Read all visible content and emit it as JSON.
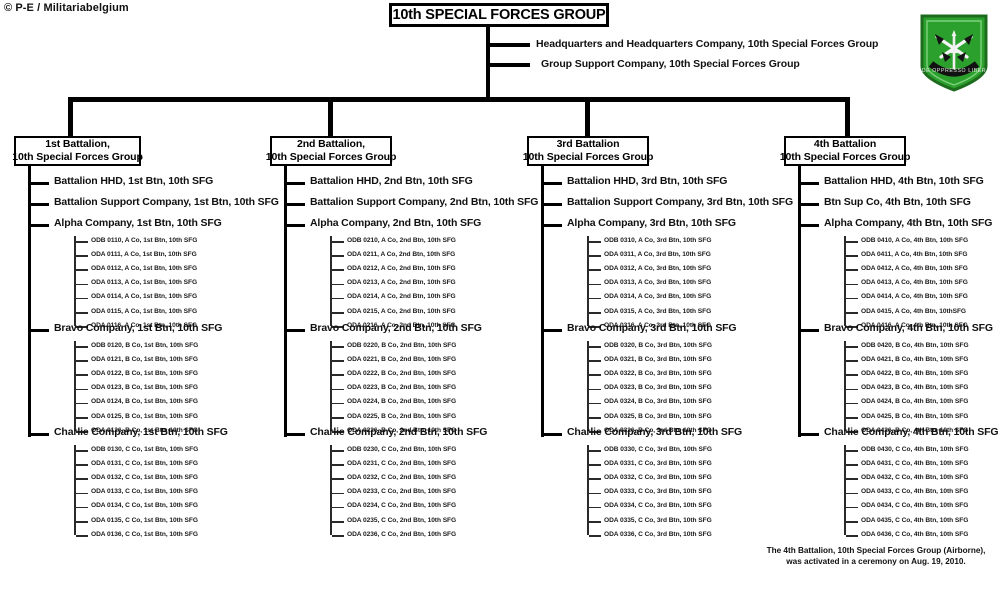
{
  "credit": "© P-E / Militariabelgium",
  "insignia": {
    "name": "10th-special-forces-group-flash",
    "motto": "DE OPPRESSO LIBER",
    "colors": {
      "field": "#2ca02c",
      "border": "#1d6b1d",
      "device": "#ffffff",
      "dark": "#111111"
    }
  },
  "group": {
    "title": "10th SPECIAL FORCES GROUP",
    "staff": [
      "Headquarters and Headquarters Company, 10th Special Forces Group",
      "Group Support Company, 10th Special Forces Group"
    ]
  },
  "footnote": "The 4th Battalion, 10th Special Forces Group (Airborne), was activated in a ceremony on Aug. 19, 2010.",
  "battalions": [
    {
      "title_line1": "1st Battalion,",
      "title_line2": "10th Special Forces Group",
      "units": [
        "Battalion HHD, 1st Btn, 10th SFG",
        "Battalion  Support Company, 1st Btn, 10th SFG"
      ],
      "companies": [
        {
          "label": "Alpha Company, 1st Btn, 10th SFG",
          "teams": [
            "ODB 0110, A Co, 1st Btn,  10th SFG",
            "ODA 0111, A Co, 1st Btn,  10th SFG",
            "ODA 0112, A Co, 1st Btn,  10th SFG",
            "ODA 0113, A Co, 1st Btn,  10th SFG",
            "ODA 0114, A Co, 1st Btn,  10th SFG",
            "ODA 0115, A Co, 1st Btn,  10th SFG",
            "ODA 0116, A Co, 1st Btn,  10th SFG"
          ]
        },
        {
          "label": "Bravo Company, 1st Btn, 10th SFG",
          "teams": [
            "ODB 0120, B Co, 1st Btn,  10th SFG",
            "ODA 0121, B Co, 1st Btn,  10th SFG",
            "ODA 0122, B Co, 1st Btn,  10th SFG",
            "ODA 0123, B Co, 1st Btn,  10th SFG",
            "ODA 0124, B Co, 1st Btn,  10th SFG",
            "ODA 0125, B Co, 1st Btn,  10th SFG",
            "ODA 0126, B Co, 1st Btn,  10th SFG"
          ]
        },
        {
          "label": "Charlie Company, 1st Btn, 10th SFG",
          "teams": [
            "ODB 0130, C Co, 1st Btn,  10th SFG",
            "ODA 0131, C Co, 1st Btn,  10th SFG",
            "ODA 0132, C Co, 1st Btn,  10th SFG",
            "ODA 0133, C Co, 1st Btn,  10th SFG",
            "ODA 0134, C Co, 1st Btn,  10th SFG",
            "ODA 0135, C Co, 1st Btn,  10th SFG",
            "ODA 0136, C Co, 1st Btn,  10th SFG"
          ]
        }
      ]
    },
    {
      "title_line1": "2nd Battalion,",
      "title_line2": "10th Special Forces Group",
      "units": [
        "Battalion HHD,  2nd Btn, 10th SFG",
        "Battalion  Support Company, 2nd Btn, 10th SFG"
      ],
      "companies": [
        {
          "label": "Alpha Company, 2nd Btn, 10th SFG",
          "teams": [
            "ODB 0210, A Co, 2nd Btn,  10th SFG",
            "ODA 0211, A Co, 2nd Btn,  10th SFG",
            "ODA 0212, A Co, 2nd Btn,  10th SFG",
            "ODA 0213, A Co, 2nd Btn,  10th SFG",
            "ODA 0214, A Co, 2nd Btn,  10th SFG",
            "ODA 0215, A Co, 2nd Btn,  10th SFG",
            "ODA 0216, A Co, 2nd Btn,  10th SFG"
          ]
        },
        {
          "label": "Bravo Company, 2nd Btn, 10th SFG",
          "teams": [
            "ODB 0220, B Co, 2nd Btn,  10th SFG",
            "ODA 0221, B Co, 2nd Btn,  10th SFG",
            "ODA 0222, B Co, 2nd Btn,  10th SFG",
            "ODA 0223, B Co, 2nd Btn,  10th SFG",
            "ODA 0224, B Co, 2nd Btn,  10th SFG",
            "ODA 0225, B Co, 2nd Btn,  10th SFG",
            "ODA 0226, B Co, 2nd Btn,  10th SFG"
          ]
        },
        {
          "label": "Charlie Company, 2nd Btn, 10th SFG",
          "teams": [
            "ODB 0230, C Co, 2nd Btn,  10th SFG",
            "ODA 0231, C Co, 2nd Btn,  10th SFG",
            "ODA 0232, C Co, 2nd Btn,  10th SFG",
            "ODA 0233, C Co, 2nd Btn,  10th SFG",
            "ODA 0234, C Co, 2nd Btn,  10th SFG",
            "ODA 0235, C Co, 2nd Btn,  10th SFG",
            "ODA 0236, C Co, 2nd Btn,  10th SFG"
          ]
        }
      ]
    },
    {
      "title_line1": "3rd Battalion",
      "title_line2": "10th Special Forces Group",
      "units": [
        "Battalion HHD, 3rd Btn, 10th SFG",
        "Battalion  Support Company, 3rd Btn, 10th SFG"
      ],
      "companies": [
        {
          "label": "Alpha Company, 3rd Btn, 10th SFG",
          "teams": [
            "ODB 0310, A Co, 3rd Btn,  10th SFG",
            "ODA 0311, A Co, 3rd Btn,  10th SFG",
            "ODA 0312, A Co, 3rd Btn,  10th SFG",
            "ODA 0313, A Co, 3rd Btn,  10th SFG",
            "ODA 0314, A Co, 3rd Btn,  10th SFG",
            "ODA 0315, A Co, 3rd Btn,  10th SFG",
            "ODA 0316, A Co, 3rd Btn,  10th SFG"
          ]
        },
        {
          "label": "Bravo Company, 3rd Btn, 10th SFG",
          "teams": [
            "ODB 0320, B Co, 3rd Btn,  10th SFG",
            "ODA 0321, B Co, 3rd Btn,  10th SFG",
            "ODA 0322, B Co, 3rd Btn,  10th SFG",
            "ODA 0323, B Co, 3rd Btn,  10th SFG",
            "ODA 0324, B Co, 3rd Btn,  10th SFG",
            "ODA 0325, B Co, 3rd Btn,  10th SFG",
            "ODA 0326, B Co, 3rd Btn,  10th SFG"
          ]
        },
        {
          "label": "Charlie Company, 3rd Btn, 10th SFG",
          "teams": [
            "ODB 0330, C Co, 3rd Btn,  10th SFG",
            "ODA 0331, C Co, 3rd Btn,  10th SFG",
            "ODA 0332, C Co, 3rd Btn,  10th SFG",
            "ODA 0333, C Co, 3rd Btn,  10th SFG",
            "ODA 0334, C Co, 3rd Btn,  10th SFG",
            "ODA 0335, C Co, 3rd Btn,  10th SFG",
            "ODA 0336, C Co, 3rd Btn,  10th SFG"
          ]
        }
      ]
    },
    {
      "title_line1": "4th Battalion",
      "title_line2": "10th Special Forces Group",
      "units": [
        "Battalion HHD, 4th Btn, 10th SFG",
        "Btn  Sup Co, 4th Btn, 10th SFG"
      ],
      "companies": [
        {
          "label": "Alpha Company, 4th Btn, 10th SFG",
          "teams": [
            "ODB 0410, A Co, 4th Btn,  10th SFG",
            "ODA 0411, A Co, 4th Btn,  10th SFG",
            "ODA 0412, A Co, 4th Btn,  10th SFG",
            "ODA 0413, A Co, 4th Btn,  10th SFG",
            "ODA 0414, A Co, 4th Btn,  10th SFG",
            "ODA 0415, A Co, 4th Btn,  10thSFG",
            "ODA 0416, A Co, 4th Btn,  10th SFG"
          ]
        },
        {
          "label": "Bravo Company, 4th Btn, 10th SFG",
          "teams": [
            "ODB 0420, B Co, 4th Btn,  10th SFG",
            "ODA 0421, B Co, 4th Btn,  10th SFG",
            "ODA 0422, B Co, 4th Btn,  10th SFG",
            "ODA 0423, B Co, 4th Btn,  10th SFG",
            "ODA 0424, B Co, 4th Btn,  10th SFG",
            "ODA 0425, B Co, 4th Btn,  10th SFG",
            "ODA 0426, B Co, 4th Btn,  10th SFG"
          ]
        },
        {
          "label": "Charlie Company, 4th Btn, 10th SFG",
          "teams": [
            "ODB 0430, C Co, 4th Btn,  10th SFG",
            "ODA 0431, C Co, 4th Btn,  10th SFG",
            "ODA 0432, C Co, 4th Btn,  10th SFG",
            "ODA 0433, C Co, 4th Btn,  10th SFG",
            "ODA 0434, C Co, 4th Btn,  10th SFG",
            "ODA 0435, C Co, 4th Btn,  10th SFG",
            "ODA 0436, C Co, 4th Btn,  10th SFG"
          ]
        }
      ]
    }
  ]
}
